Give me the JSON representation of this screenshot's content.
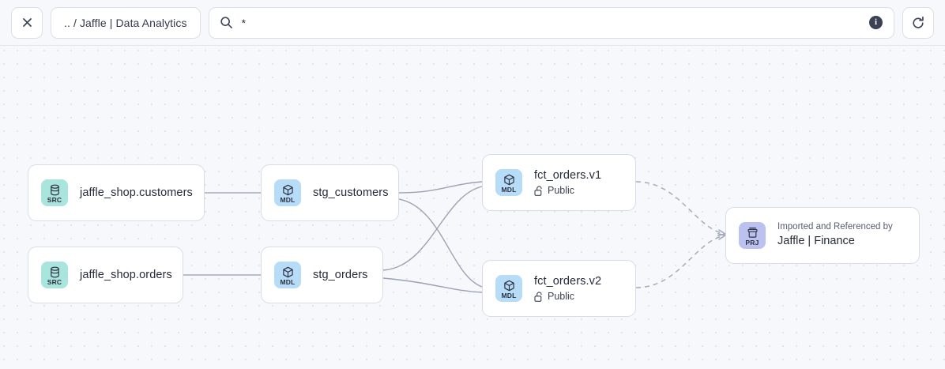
{
  "toolbar": {
    "close_label": "✕",
    "close_icon": "close-icon",
    "breadcrumb_label": ".. / Jaffle | Data Analytics",
    "search_icon": "search-icon",
    "search_value": "*",
    "search_placeholder": "",
    "info_icon_label": "i",
    "refresh_icon": "refresh-icon"
  },
  "graph": {
    "nodes": [
      {
        "id": "jaffle_shop_customers",
        "kind": "SRC",
        "icon": "database-icon",
        "title": "jaffle_shop.customers",
        "sub": null,
        "overline": null
      },
      {
        "id": "jaffle_shop_orders",
        "kind": "SRC",
        "icon": "database-icon",
        "title": "jaffle_shop.orders",
        "sub": null,
        "overline": null
      },
      {
        "id": "stg_customers",
        "kind": "MDL",
        "icon": "cube-icon",
        "title": "stg_customers",
        "sub": null,
        "overline": null
      },
      {
        "id": "stg_orders",
        "kind": "MDL",
        "icon": "cube-icon",
        "title": "stg_orders",
        "sub": null,
        "overline": null
      },
      {
        "id": "fct_orders_v1",
        "kind": "MDL",
        "icon": "cube-icon",
        "title": "fct_orders.v1",
        "sub": "Public",
        "sub_icon": "unlock-icon",
        "overline": null
      },
      {
        "id": "fct_orders_v2",
        "kind": "MDL",
        "icon": "cube-icon",
        "title": "fct_orders.v2",
        "sub": "Public",
        "sub_icon": "unlock-icon",
        "overline": null
      },
      {
        "id": "jaffle_finance",
        "kind": "PRJ",
        "icon": "project-box-icon",
        "overline": "Imported and Referenced by",
        "title": "Jaffle | Finance",
        "sub": null
      }
    ],
    "badge_labels": {
      "src": "SRC",
      "mdl": "MDL",
      "prj": "PRJ"
    },
    "edges": [
      {
        "from": "jaffle_shop_customers",
        "to": "stg_customers",
        "style": "solid"
      },
      {
        "from": "jaffle_shop_orders",
        "to": "stg_orders",
        "style": "solid"
      },
      {
        "from": "stg_customers",
        "to": "fct_orders_v1",
        "style": "solid"
      },
      {
        "from": "stg_customers",
        "to": "fct_orders_v2",
        "style": "solid"
      },
      {
        "from": "stg_orders",
        "to": "fct_orders_v1",
        "style": "solid"
      },
      {
        "from": "stg_orders",
        "to": "fct_orders_v2",
        "style": "solid"
      },
      {
        "from": "fct_orders_v1",
        "to": "jaffle_finance",
        "style": "dashed"
      },
      {
        "from": "fct_orders_v2",
        "to": "jaffle_finance",
        "style": "dashed"
      }
    ]
  },
  "colors": {
    "canvas_bg": "#f7f8fb",
    "grid_dot": "#dfe2ea",
    "node_border": "#d8dce6",
    "src_badge": "#a9e4dd",
    "mdl_badge": "#b7dcf8",
    "prj_badge": "#bcc2f0",
    "edge": "#9ba2b4",
    "text": "#262b3a"
  }
}
